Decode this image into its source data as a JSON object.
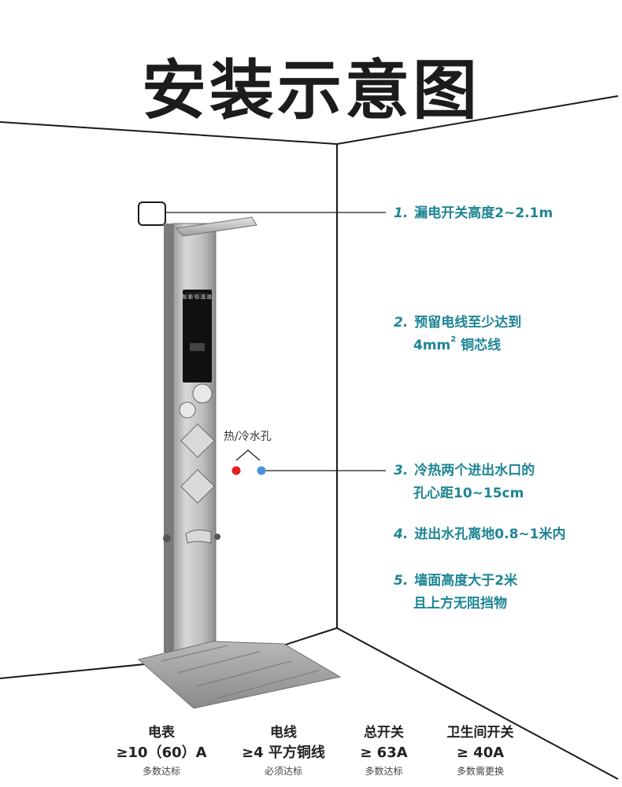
{
  "title": "安装示意图",
  "hole_label": "热/冷水孔",
  "panel_display_text": "智 能 恒 温 器",
  "notes": [
    {
      "num": "1.",
      "line1": "漏电开关高度2~2.1m"
    },
    {
      "num": "2.",
      "line1": "预留电线至少达到",
      "line2_pre": "4mm",
      "line2_sup": "2",
      "line2_post": " 铜芯线"
    },
    {
      "num": "3.",
      "line1": "冷热两个进出水口的",
      "line2": "孔心距10~15cm"
    },
    {
      "num": "4.",
      "line1": "进出水孔离地0.8~1米内"
    },
    {
      "num": "5.",
      "line1": "墙面高度大于2米",
      "line2": "且上方无阻挡物"
    }
  ],
  "specs": [
    {
      "heading": "电表",
      "value": "≥10（60）A",
      "sub": "多数达标"
    },
    {
      "heading": "电线",
      "value": "≥4 平方铜线",
      "sub": "必须达标"
    },
    {
      "heading": "总开关",
      "value": "≥ 63A",
      "sub": "多数达标"
    },
    {
      "heading": "卫生间开关",
      "value": "≥ 40A",
      "sub": "多数需更换"
    }
  ],
  "colors": {
    "accent": "#1d8594",
    "hot": "#e02020",
    "cold": "#4a90d9",
    "lines": "#1a1a1a"
  },
  "icons": [
    "leakage-switch-box-icon",
    "hot-water-hole-icon",
    "cold-water-hole-icon",
    "shower-panel-icon"
  ]
}
